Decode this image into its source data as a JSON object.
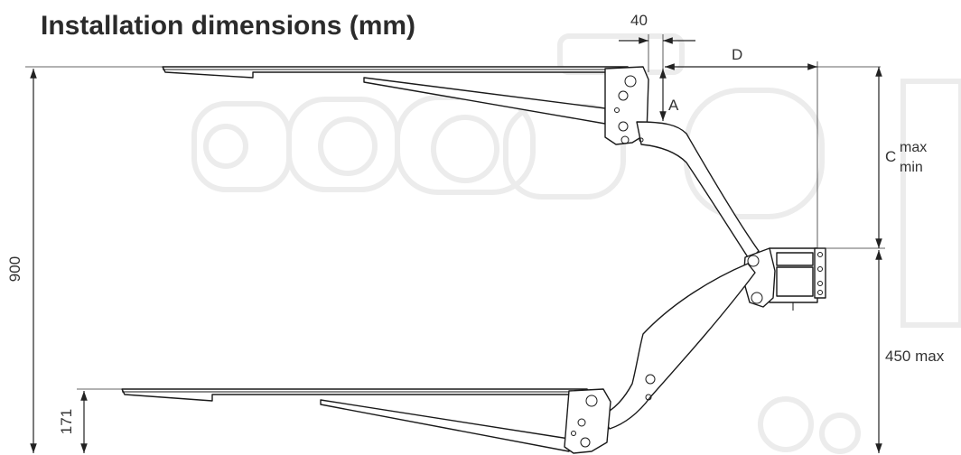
{
  "title": "Installation dimensions (mm)",
  "dimensions": {
    "width_40": "40",
    "d": "D",
    "a": "A",
    "c": "C",
    "c_max": "max",
    "c_min": "min",
    "height_900": "900",
    "height_171": "171",
    "height_450": "450 max"
  },
  "colors": {
    "line": "#1a1a1a",
    "text": "#333333",
    "watermark": "#ececec"
  }
}
